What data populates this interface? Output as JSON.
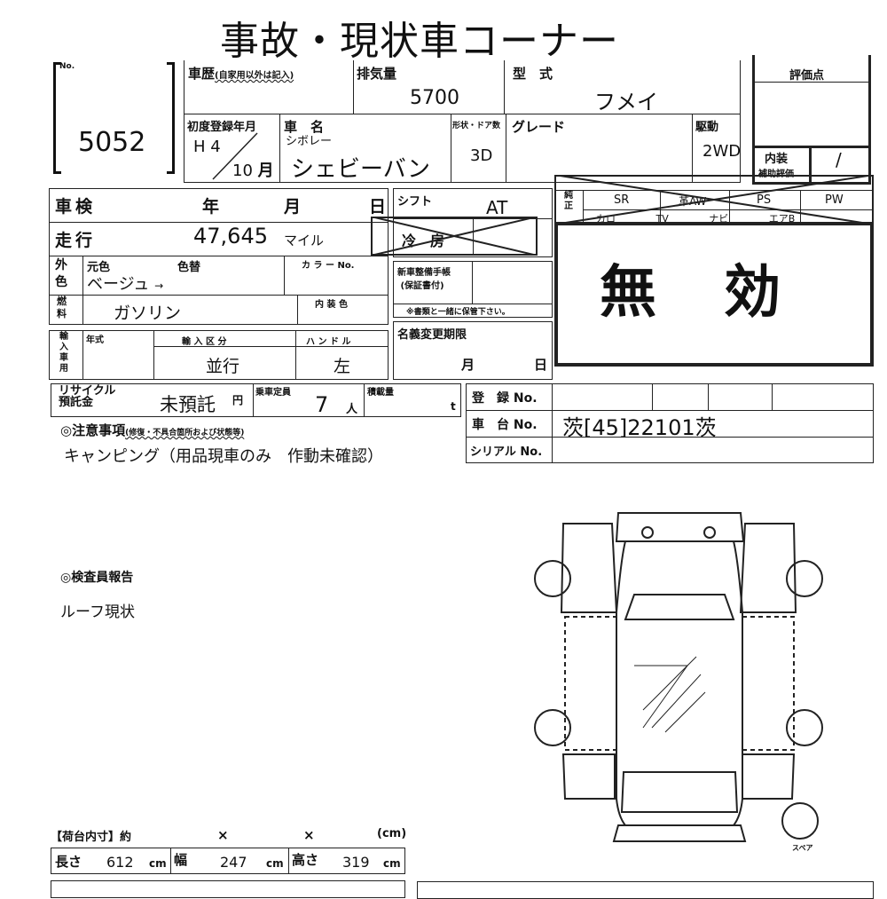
{
  "title": "事故・現状車コーナー",
  "lot": {
    "no_label": "No.",
    "number": "5052"
  },
  "vehicle": {
    "history_label": "車歴",
    "history_note": "(自家用以外は記入)",
    "displacement_label": "排気量",
    "displacement": "5700",
    "model_label": "型　式",
    "model": "フメイ",
    "first_reg_label": "初度登録年月",
    "first_reg_year": "H 4",
    "first_reg_month": "10",
    "month_unit": "月",
    "name_label": "車　名",
    "maker": "シボレー",
    "name": "シェビーバン",
    "doors_label": "形状・ドア数",
    "doors": "3D",
    "grade_label": "グレード",
    "drive_label": "駆動",
    "drive": "2WD"
  },
  "rating": {
    "label": "評価点",
    "interior_label": "内装",
    "interior_sub": "補助評価",
    "interior_value": "/"
  },
  "inspection": {
    "label": "車検",
    "year": "年",
    "month": "月",
    "day": "日"
  },
  "mileage": {
    "label": "走行",
    "value": "47,645",
    "unit": "マイル"
  },
  "color": {
    "label1": "外",
    "label2": "色",
    "orig_label": "元色",
    "change_label": "色替",
    "value": "ベージュ",
    "arrow": "→",
    "color_no_label": "カ ラ ー No.",
    "interior_color_label": "内 装 色"
  },
  "fuel": {
    "label1": "燃",
    "label2": "料",
    "value": "ガソリン"
  },
  "import": {
    "label": "輸入車用",
    "year_label": "年式",
    "type_label": "輸 入 区 分",
    "type": "並行",
    "handle_label": "ハ ン ド ル",
    "handle": "左"
  },
  "recycle": {
    "label1": "リサイクル",
    "label2": "預託金",
    "value": "未預託",
    "unit": "円",
    "capacity_label": "乗車定員",
    "capacity": "7",
    "capacity_unit": "人",
    "load_label": "積載量",
    "load_unit": "t"
  },
  "shift": {
    "label": "シフト",
    "value": "AT",
    "ac_label": "冷　房"
  },
  "service_book": {
    "label1": "新車整備手帳",
    "label2": "(保証書付)",
    "note": "※書類と一緒に保管下さい。"
  },
  "name_change": {
    "label": "名義変更期限",
    "month": "月",
    "day": "日"
  },
  "options": {
    "label": "純正",
    "row1": [
      "SR",
      "革AW",
      "PS",
      "PW"
    ],
    "row2": [
      "カロ",
      "TV",
      "ナビ",
      "エアB"
    ]
  },
  "void_stamp": "無　効",
  "registration": {
    "reg_label": "登　録 No.",
    "chassis_label": "車　台 No.",
    "chassis": "茨[45]22101茨",
    "serial_label": "シリアル No."
  },
  "notes": {
    "label": "◎注意事項",
    "sub": "(修復・不具合箇所および状態等)",
    "text": "キャンピング（用品現車のみ　作動未確認）"
  },
  "inspector": {
    "label": "◎検査員報告",
    "text": "ルーフ現状"
  },
  "cargo": {
    "label": "【荷台内寸】約",
    "x1": "×",
    "x2": "×",
    "unit": "(cm)"
  },
  "dims": {
    "length_label": "長さ",
    "length": "612",
    "width_label": "幅",
    "width": "247",
    "height_label": "高さ",
    "height": "319",
    "unit": "cm"
  },
  "spare_label": "スペア"
}
